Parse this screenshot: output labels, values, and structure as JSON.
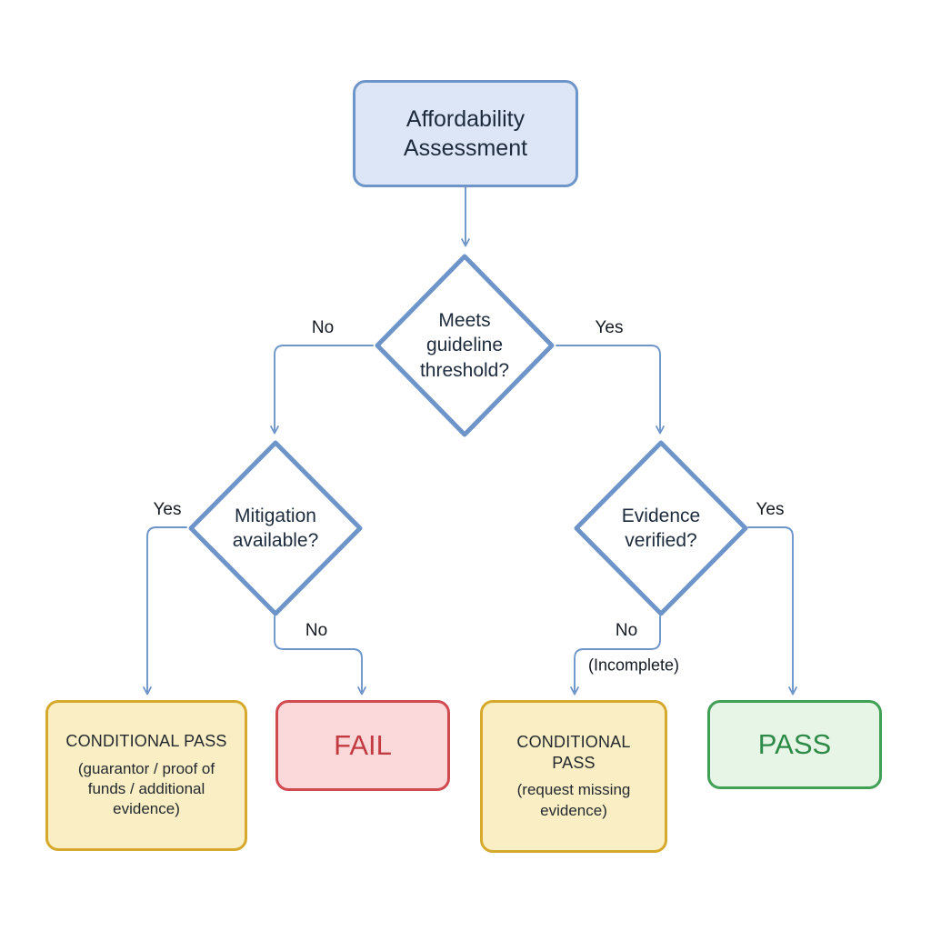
{
  "diagram": {
    "title": "Affordability Assessment decision flowchart",
    "background_color": "#ffffff",
    "connector_color": "#6e95c9",
    "nodes": {
      "start": {
        "label": "Affordability\nAssessment",
        "line1": "Affordability",
        "line2": "Assessment",
        "shape": "rounded-rectangle",
        "fill": "#dde6f7",
        "stroke": "#6e95c9",
        "text_color": "#1d2b3d"
      },
      "decision_threshold": {
        "line1": "Meets",
        "line2": "guideline",
        "line3": "threshold?",
        "shape": "diamond",
        "fill": "#ffffff",
        "stroke": "#6e95c9"
      },
      "decision_mitigation": {
        "line1": "Mitigation",
        "line2": "available?",
        "shape": "diamond",
        "fill": "#ffffff",
        "stroke": "#6e95c9"
      },
      "decision_evidence": {
        "line1": "Evidence",
        "line2": "verified?",
        "shape": "diamond",
        "fill": "#ffffff",
        "stroke": "#6e95c9"
      },
      "outcome_conditional_pass_left": {
        "title": "CONDITIONAL PASS",
        "subtitle": "(guarantor / proof of funds / additional evidence)",
        "shape": "rounded-rectangle",
        "fill": "#faeec4",
        "stroke": "#d6a92c",
        "text_color": "#23292f"
      },
      "outcome_fail": {
        "title": "FAIL",
        "shape": "rounded-rectangle",
        "fill": "#fbd9db",
        "stroke": "#d04a50",
        "text_color": "#c33b40"
      },
      "outcome_conditional_pass_right": {
        "title": "CONDITIONAL PASS",
        "subtitle": "(request missing evidence)",
        "shape": "rounded-rectangle",
        "fill": "#faeec4",
        "stroke": "#d6a92c",
        "text_color": "#23292f"
      },
      "outcome_pass": {
        "title": "PASS",
        "shape": "rounded-rectangle",
        "fill": "#e6f5e6",
        "stroke": "#3fa056",
        "text_color": "#2c8a46"
      }
    },
    "edges": {
      "start_to_threshold": {
        "label": ""
      },
      "threshold_no": {
        "label": "No"
      },
      "threshold_yes": {
        "label": "Yes"
      },
      "mitigation_yes": {
        "label": "Yes"
      },
      "mitigation_no": {
        "label": "No"
      },
      "evidence_no": {
        "label": "No"
      },
      "evidence_no_note": {
        "label": "(Incomplete)"
      },
      "evidence_yes": {
        "label": "Yes"
      }
    }
  }
}
